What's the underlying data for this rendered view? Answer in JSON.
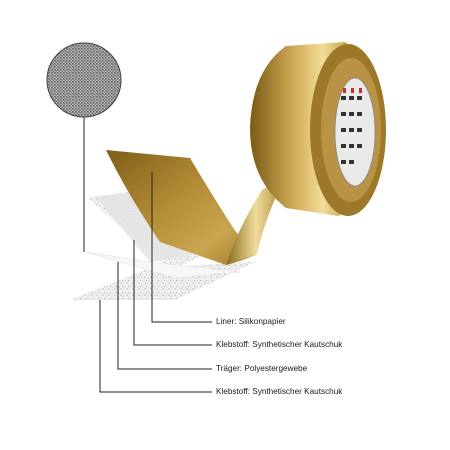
{
  "labels": [
    {
      "text": "Liner: Silikonpapier"
    },
    {
      "text": "Klebstoff: Synthetischer Kautschuk"
    },
    {
      "text": "Träger: Polyestergewebe"
    },
    {
      "text": "Klebstoff: Synthetischer Kautschuk"
    }
  ],
  "colors": {
    "tape_dark": "#8a6a1c",
    "tape_light": "#c9a550",
    "tape_highlight": "#e6cf86",
    "fabric": "#d8d8d8",
    "leader_line": "#222222",
    "liner": "#eeeeee"
  },
  "icons": [
    "fabric-weave-zoom-icon"
  ]
}
